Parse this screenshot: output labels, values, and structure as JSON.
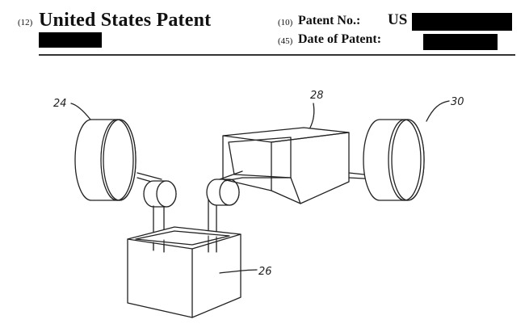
{
  "header": {
    "kind_code": "(12)",
    "title": "United States Patent",
    "patent_no_code": "(10)",
    "patent_no_label": "Patent No.:",
    "patent_no_prefix": "US",
    "date_code": "(45)",
    "date_label": "Date of Patent:"
  },
  "figure": {
    "ref_supply_roll": "24",
    "ref_tank": "26",
    "ref_oven": "28",
    "ref_takeup_roll": "30"
  }
}
